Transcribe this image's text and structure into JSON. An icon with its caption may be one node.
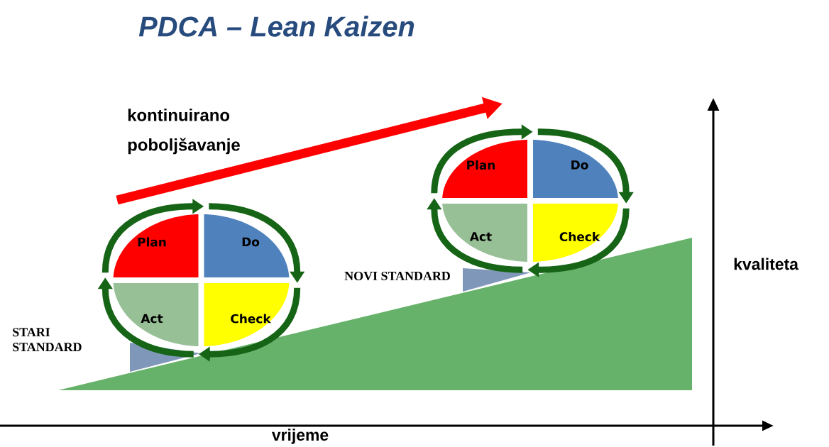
{
  "diagram": {
    "title": "PDCA – Lean Kaizen",
    "nodes": [
      {
        "text": [
          "Plan"
        ]
      },
      {
        "text": [
          "Do"
        ]
      },
      {
        "text": [
          "Check"
        ]
      },
      {
        "text": [
          "Act"
        ]
      },
      {
        "text": [
          "Plan"
        ]
      },
      {
        "text": [
          "Do"
        ]
      },
      {
        "text": [
          "Check"
        ]
      },
      {
        "text": [
          "Act"
        ]
      }
    ],
    "edges": [
      {
        "from": 0,
        "to": 1,
        "arrow": "to"
      },
      {
        "from": 1,
        "to": 2,
        "arrow": "to"
      },
      {
        "from": 2,
        "to": 3,
        "arrow": "to"
      },
      {
        "from": 3,
        "to": 0,
        "arrow": "to"
      },
      {
        "from": 4,
        "to": 5,
        "arrow": "to"
      },
      {
        "from": 5,
        "to": 6,
        "arrow": "to"
      },
      {
        "from": 6,
        "to": 7,
        "arrow": "to"
      },
      {
        "from": 7,
        "to": 4,
        "arrow": "to"
      }
    ],
    "labels": [
      "kontinuirano poboljšavanje",
      "STARI STANDARD",
      "NOVI STANDARD",
      "kvaliteta",
      "vrijeme"
    ]
  }
}
